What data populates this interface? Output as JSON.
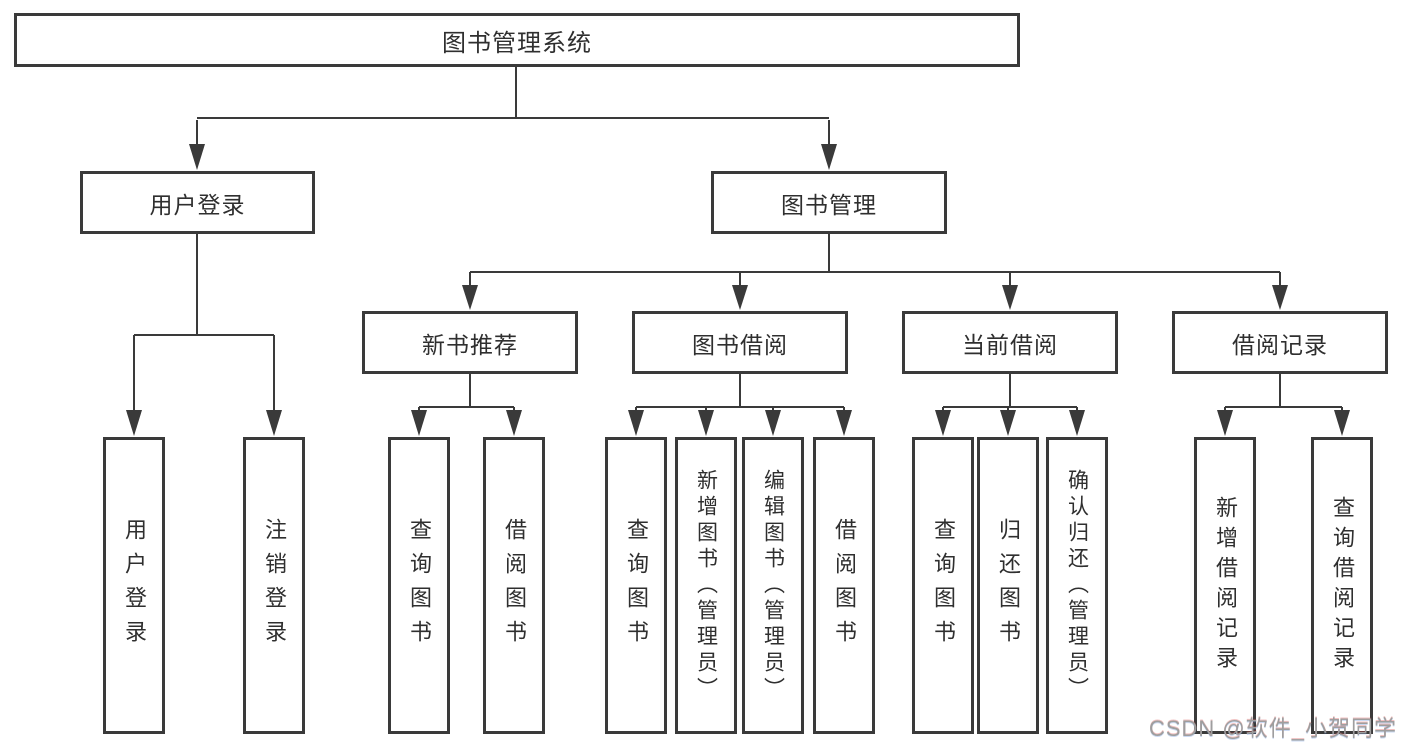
{
  "chart": {
    "root": {
      "label": "图书管理系统"
    },
    "level2": [
      {
        "label": "用户登录"
      },
      {
        "label": "图书管理"
      }
    ],
    "level3": [
      {
        "label": "新书推荐"
      },
      {
        "label": "图书借阅"
      },
      {
        "label": "当前借阅"
      },
      {
        "label": "借阅记录"
      }
    ],
    "leaves": {
      "user_login": [
        {
          "label": "用户登录"
        },
        {
          "label": "注销登录"
        }
      ],
      "new_book": [
        {
          "label": "查询图书"
        },
        {
          "label": "借阅图书"
        }
      ],
      "book_borrow": [
        {
          "label": "查询图书"
        },
        {
          "label": "新增图书（管理员）"
        },
        {
          "label": "编辑图书（管理员）"
        },
        {
          "label": "借阅图书"
        }
      ],
      "current_borrow": [
        {
          "label": "查询图书"
        },
        {
          "label": "归还图书"
        },
        {
          "label": "确认归还（管理员）"
        }
      ],
      "borrow_records": [
        {
          "label": "新增借阅记录"
        },
        {
          "label": "查询借阅记录"
        }
      ]
    },
    "watermark": "CSDN @软件_小贺同学",
    "colors": {
      "line": "#3a3a3a",
      "text": "#2f2f2f",
      "background": "#ffffff",
      "watermark": "#9e9e9e"
    }
  }
}
